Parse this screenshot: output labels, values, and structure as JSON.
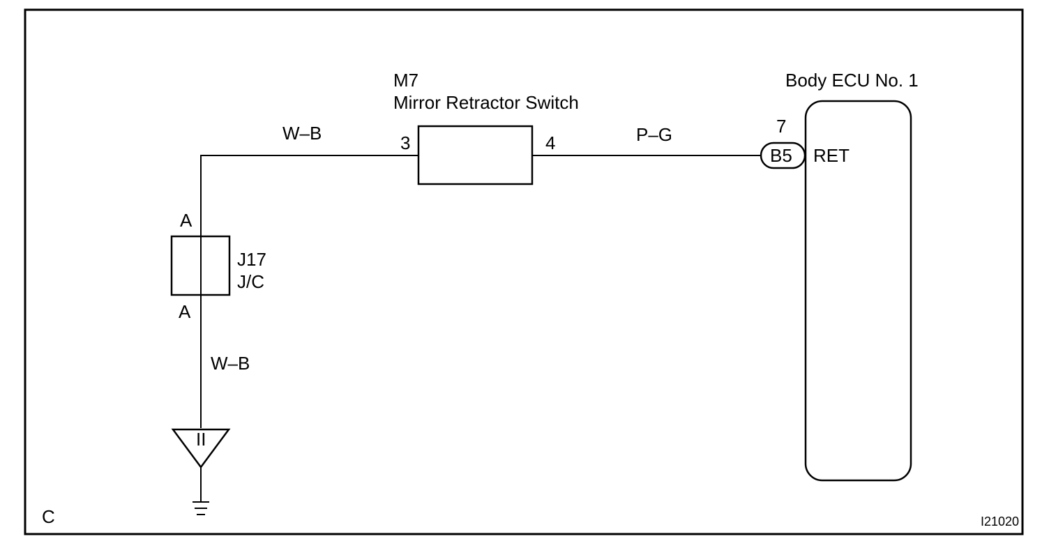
{
  "frame": {
    "corner_label": "C",
    "figure_code": "I21020"
  },
  "wires": {
    "top_left_color": "W–B",
    "top_right_color": "P–G",
    "vertical_color": "W–B"
  },
  "switch": {
    "id": "M7",
    "name": "Mirror Retractor Switch",
    "pin_in": "3",
    "pin_out": "4"
  },
  "junction": {
    "id": "J17",
    "type": "J/C",
    "pin_top": "A",
    "pin_bottom": "A"
  },
  "ground": {
    "id": "II"
  },
  "ecu": {
    "name": "Body ECU No. 1",
    "pin": "7",
    "connector": "B5",
    "terminal": "RET"
  }
}
